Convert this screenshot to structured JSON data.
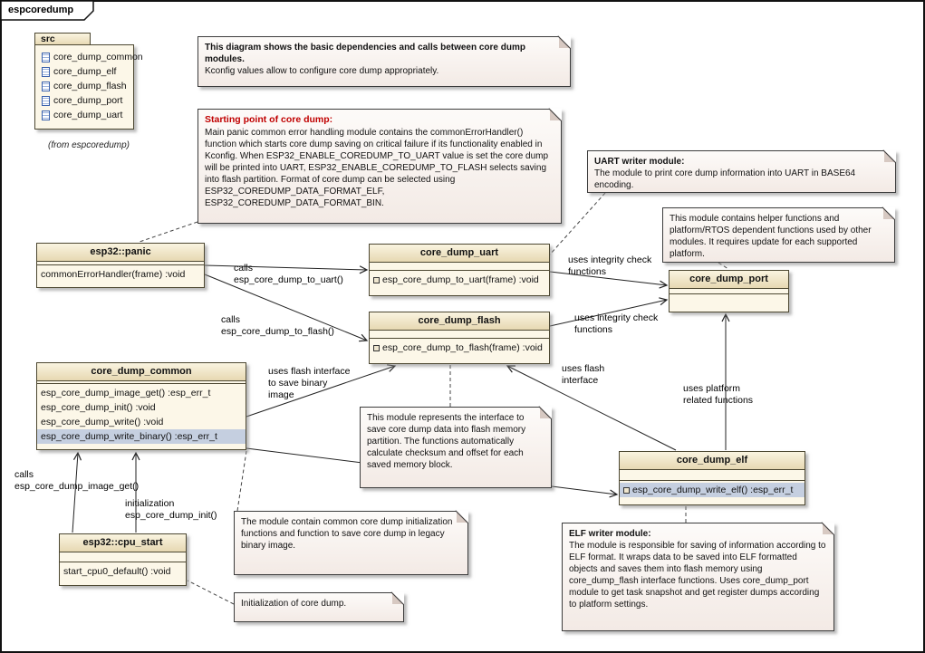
{
  "frame": {
    "tab_label": "espcoredump"
  },
  "package": {
    "name": "src",
    "items": [
      "core_dump_common",
      "core_dump_elf",
      "core_dump_flash",
      "core_dump_port",
      "core_dump_uart"
    ],
    "from_label": "(from espcoredump)"
  },
  "classes": {
    "panic": {
      "name": "esp32::panic",
      "methods": [
        "commonErrorHandler(frame) :void"
      ]
    },
    "uart": {
      "name": "core_dump_uart",
      "methods": [
        "esp_core_dump_to_uart(frame) :void"
      ]
    },
    "flash": {
      "name": "core_dump_flash",
      "methods": [
        "esp_core_dump_to_flash(frame) :void"
      ]
    },
    "port": {
      "name": "core_dump_port",
      "methods": []
    },
    "common": {
      "name": "core_dump_common",
      "methods": [
        "esp_core_dump_image_get() :esp_err_t",
        "esp_core_dump_init() :void",
        "esp_core_dump_write() :void",
        "esp_core_dump_write_binary() :esp_err_t"
      ]
    },
    "elf": {
      "name": "core_dump_elf",
      "methods": [
        "esp_core_dump_write_elf() :esp_err_t"
      ]
    },
    "cpu_start": {
      "name": "esp32::cpu_start",
      "methods": [
        "start_cpu0_default() :void"
      ]
    }
  },
  "notes": {
    "overview": {
      "title": "This diagram shows the basic dependencies and calls between core dump modules.",
      "body": "Kconfig values allow to configure core dump appropriately."
    },
    "starting_point": {
      "title": "Starting point of core dump:",
      "body": "Main panic  common error handling module contains the commonErrorHandler() function which starts core dump saving on critical failure if its functionality enabled in Kconfig. When ESP32_ENABLE_COREDUMP_TO_UART value is set the core dump will be printed into UART, ESP32_ENABLE_COREDUMP_TO_FLASH selects saving into flash partition. Format of core dump can be selected using ESP32_COREDUMP_DATA_FORMAT_ELF, ESP32_COREDUMP_DATA_FORMAT_BIN."
    },
    "uart_writer": {
      "title": "UART writer module:",
      "body": "The module to print core dump information into UART in BASE64 encoding."
    },
    "platform": {
      "body": "This module contains helper functions and platform/RTOS dependent functions used by other modules. It requires update for each supported platform."
    },
    "flash_iface": {
      "body": "This module represents the interface to save core dump data into flash memory partition. The functions automatically calculate checksum and offset for each saved memory block."
    },
    "common_module": {
      "body": "The module contain common core dump initialization functions and function to save core dump in legacy binary image."
    },
    "init": {
      "body": "Initialization of core dump."
    },
    "elf_writer": {
      "title": "ELF writer module:",
      "body": "The module is responsible for saving of information according to ELF format. It wraps data to be saved into ELF formatted objects and saves them into flash memory using core_dump_flash interface functions. Uses core_dump_port module to get task snapshot and get register dumps according to platform settings."
    }
  },
  "edge_labels": {
    "calls_uart": "calls\nesp_core_dump_to_uart()",
    "calls_flash": "calls\nesp_core_dump_to_flash()",
    "integrity_uart": "uses integrity check\nfunctions",
    "integrity_flash": "uses integrity check\nfunctions",
    "flash_save": "uses flash interface\nto save binary\nimage",
    "uses_flash": "uses flash\ninterface",
    "platform_funcs": "uses platform\nrelated functions",
    "calls_image_get": "calls\nesp_core_dump_image_get()",
    "initialization": "initialization\nesp_core_dump_init()"
  },
  "colors": {
    "class_header": "#e7d8b2",
    "class_body": "#fcf7e8",
    "note_bg": "#f6ede9",
    "highlight": "#c5cfe0",
    "note_title_red": "#c00000"
  }
}
